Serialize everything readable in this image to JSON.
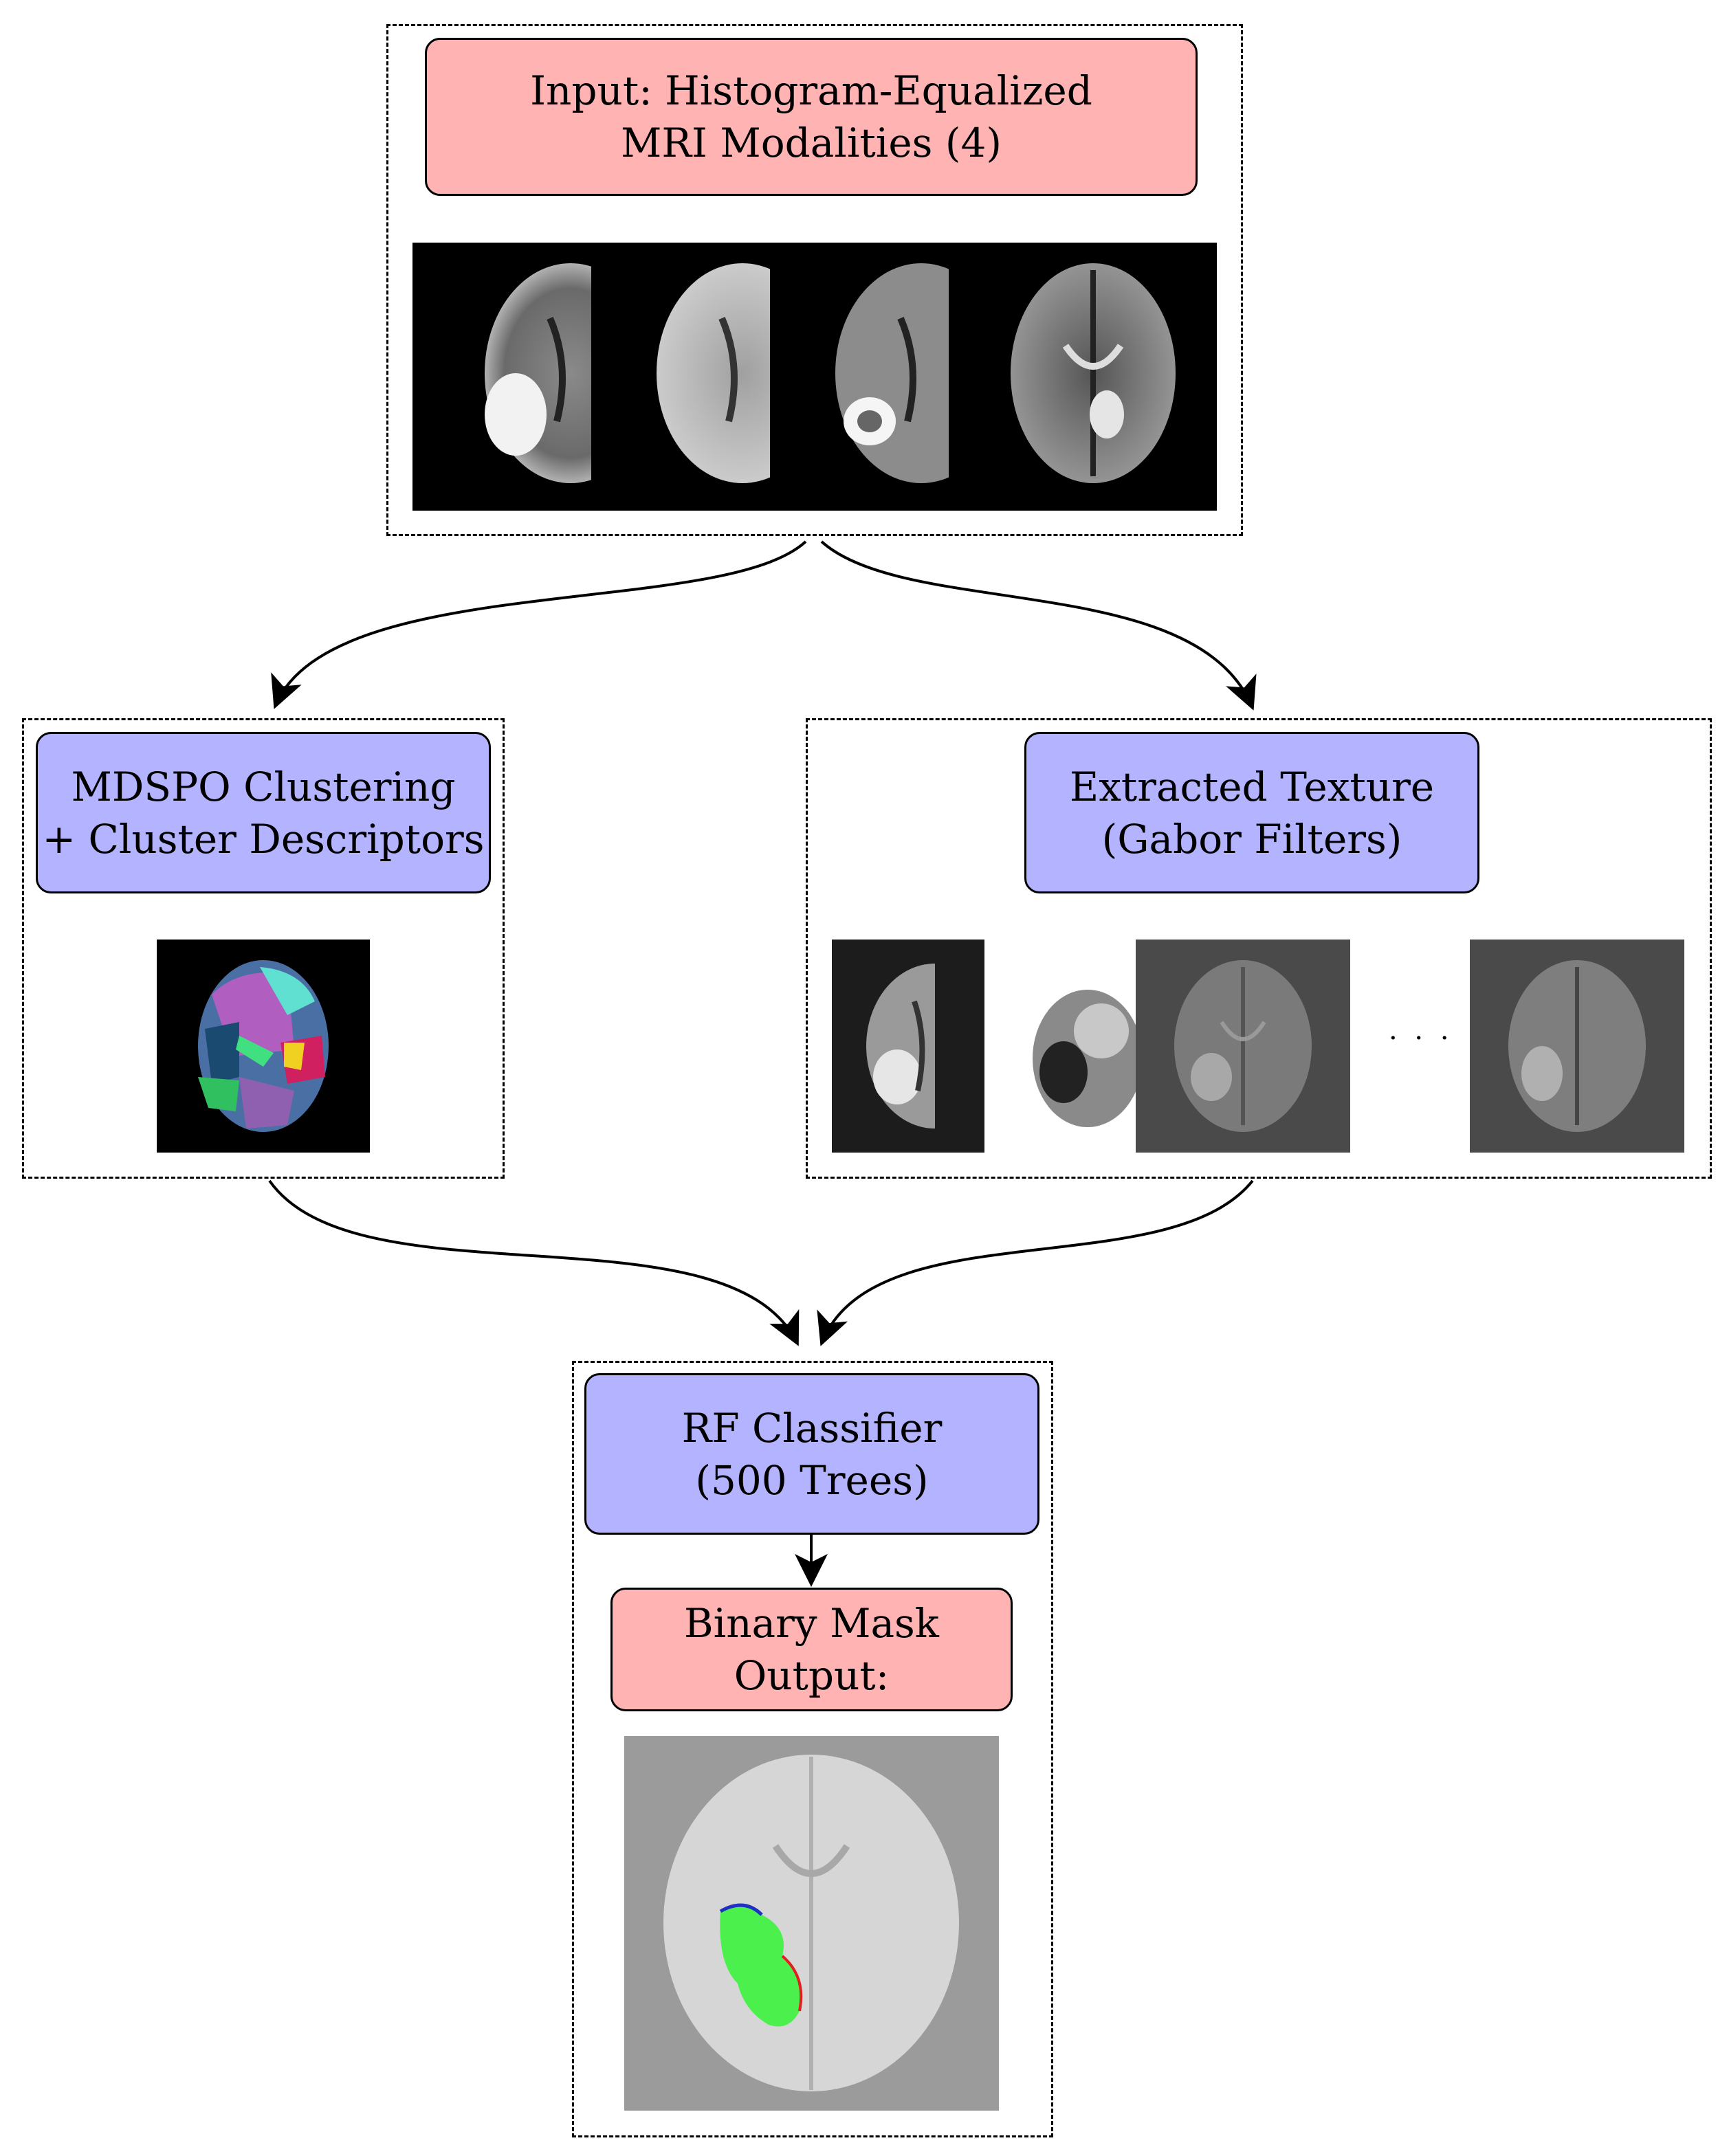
{
  "input_node": {
    "line1": "Input:  Histogram-Equalized",
    "line2": "MRI Modalities (4)"
  },
  "mdspo_node": {
    "line1": "MDSPO Clustering",
    "line2": "+ Cluster Descriptors"
  },
  "texture_node": {
    "line1": "Extracted Texture",
    "line2": "(Gabor Filters)"
  },
  "texture_ellipsis": "· · ·",
  "rf_node": {
    "line1": "RF Classifier",
    "line2": "(500 Trees)"
  },
  "mask_node": {
    "line1": "Binary Mask",
    "line2": "Output:"
  },
  "colors": {
    "pink_fill": "#ffb3b3",
    "blue_fill": "#b3b3ff",
    "stroke": "#000000",
    "mask_green": "#4cf04c"
  }
}
